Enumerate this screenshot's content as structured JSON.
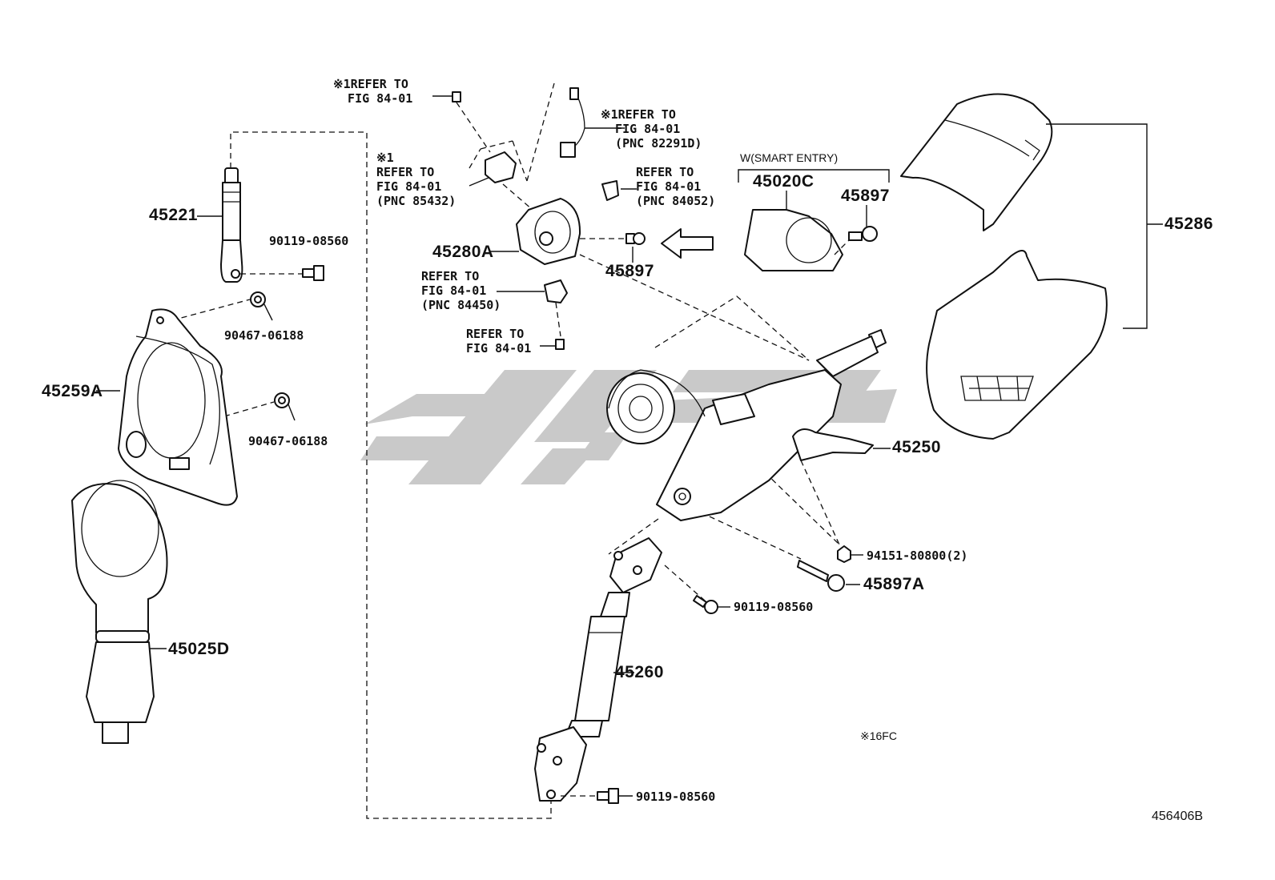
{
  "diagram_id": "456406B",
  "footnote": "※16FC",
  "colors": {
    "line": "#111111",
    "watermark": "#c9c9c9",
    "background": "#ffffff"
  },
  "group_header": "W(SMART ENTRY)",
  "part_numbers": {
    "p45221": "45221",
    "p45259A": "45259A",
    "p45025D": "45025D",
    "p45280A": "45280A",
    "p45897_left": "45897",
    "p45020C": "45020C",
    "p45897_right": "45897",
    "p45286": "45286",
    "p45250": "45250",
    "p45897A": "45897A",
    "p45260": "45260"
  },
  "fasteners": {
    "f90119_top": "90119-08560",
    "f90467_a": "90467-06188",
    "f90467_b": "90467-06188",
    "f94151": "94151-80800(2)",
    "f90119_mid": "90119-08560",
    "f90119_bot": "90119-08560"
  },
  "references": {
    "ref_top": "※1REFER TO\n  FIG 84-01",
    "ref_85432": "※1\nREFER TO\nFIG 84-01\n(PNC 85432)",
    "ref_82291D": "※1REFER TO\n  FIG 84-01\n  (PNC 82291D)",
    "ref_84052": "REFER TO\nFIG 84-01\n(PNC 84052)",
    "ref_84450": "REFER TO\nFIG 84-01\n(PNC 84450)",
    "ref_bottom": "REFER TO\nFIG 84-01"
  }
}
